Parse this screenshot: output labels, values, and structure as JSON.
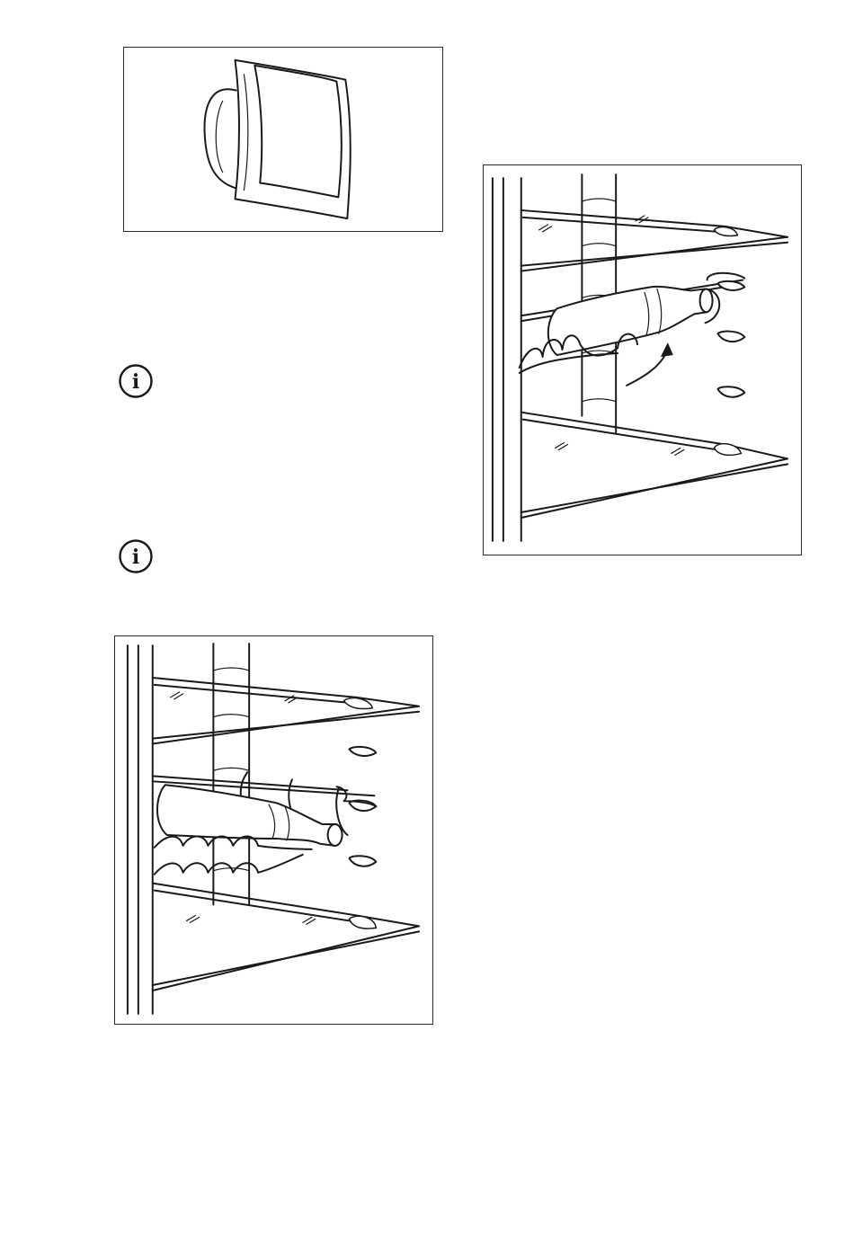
{
  "figures": [
    {
      "id": "control-panel",
      "icon": "door-handle-icon"
    },
    {
      "id": "bottle-rack-insert",
      "icon": "wine-rack-insert-icon"
    },
    {
      "id": "bottle-rack-installed",
      "icon": "wine-rack-installed-icon"
    }
  ],
  "notes": [
    {
      "icon": "info-icon",
      "symbol": "i"
    },
    {
      "icon": "info-icon",
      "symbol": "i"
    }
  ]
}
